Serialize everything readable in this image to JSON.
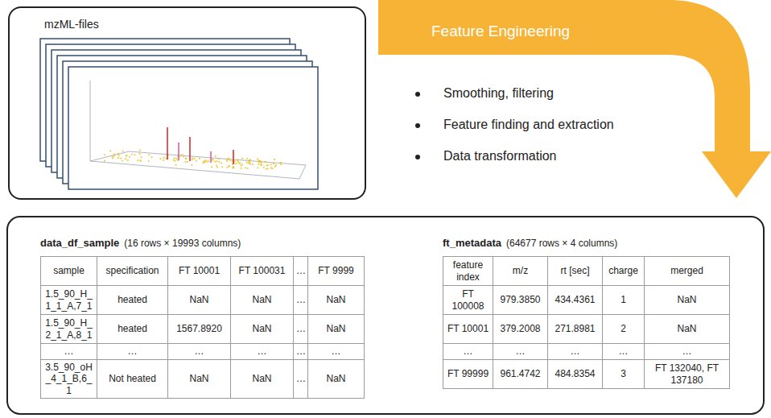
{
  "diagram": {
    "nodes": [
      {
        "text": [
          "mzML-files"
        ]
      },
      {
        "text": [
          "Feature Engineering"
        ]
      },
      {
        "text": [
          "data_df_sample",
          "(16 rows × 19993 columns)"
        ]
      },
      {
        "text": [
          "ft_metadata",
          "(64677 rows × 4 columns)"
        ]
      }
    ],
    "labels": [
      "Smoothing, filtering",
      "Feature finding and extraction",
      "Data transformation",
      "sample",
      "specification",
      "FT 10001",
      "FT 100031",
      "…",
      "FT 9999",
      "1.5_90_H_1_1_A,7_1",
      "heated",
      "NaN",
      "NaN",
      "…",
      "NaN",
      "1.5_90_H_2_1_A,8_1",
      "heated",
      "1567.8920",
      "NaN",
      "…",
      "NaN",
      "…",
      "…",
      "…",
      "…",
      "…",
      "…",
      "3.5_90_oH_4_1_B,6_1",
      "Not heated",
      "NaN",
      "NaN",
      "…",
      "NaN",
      "feature index",
      "m/z",
      "rt [sec]",
      "charge",
      "merged",
      "FT 100008",
      "979.3850",
      "434.4361",
      "1",
      "NaN",
      "FT 10001",
      "379.2008",
      "271.8981",
      "2",
      "NaN",
      "…",
      "…",
      "…",
      "…",
      "…",
      "FT 99999",
      "961.4742",
      "484.8354",
      "3",
      "FT 132040, FT 137180"
    ]
  }
}
